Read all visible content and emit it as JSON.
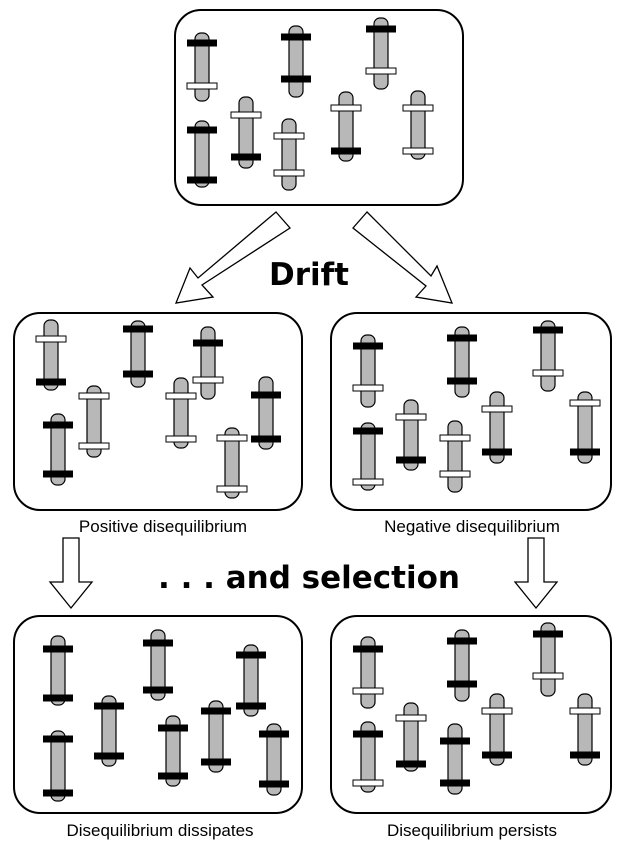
{
  "labels": {
    "drift": "Drift",
    "selection": ". . . and selection",
    "positive": "Positive disequilibrium",
    "negative": "Negative disequilibrium",
    "dissipates": "Disequilibrium dissipates",
    "persists": "Disequilibrium persists"
  },
  "colors": {
    "rod_fill": "#b8b8b8",
    "outline": "#000000",
    "dark_band": "#000000",
    "light_band": "#ffffff"
  }
}
